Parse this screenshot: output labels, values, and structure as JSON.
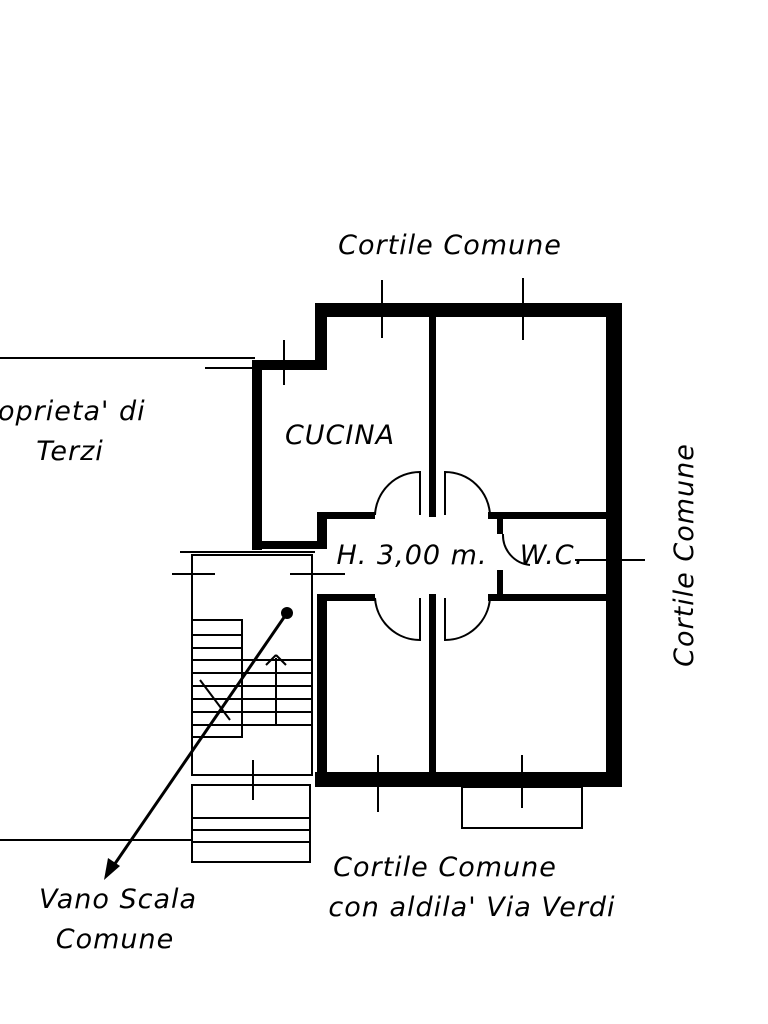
{
  "labels": {
    "top": "Cortile Comune",
    "right": "Cortile Comune",
    "bottom_line1": "Cortile Comune",
    "bottom_line2": "con aldila' Via Verdi",
    "left_line1": "oprieta' di",
    "left_line2": "Terzi",
    "kitchen": "CUCINA",
    "height": "H. 3,00 m.",
    "wc": "W.C.",
    "stair_line1": "Vano Scala",
    "stair_line2": "Comune"
  }
}
